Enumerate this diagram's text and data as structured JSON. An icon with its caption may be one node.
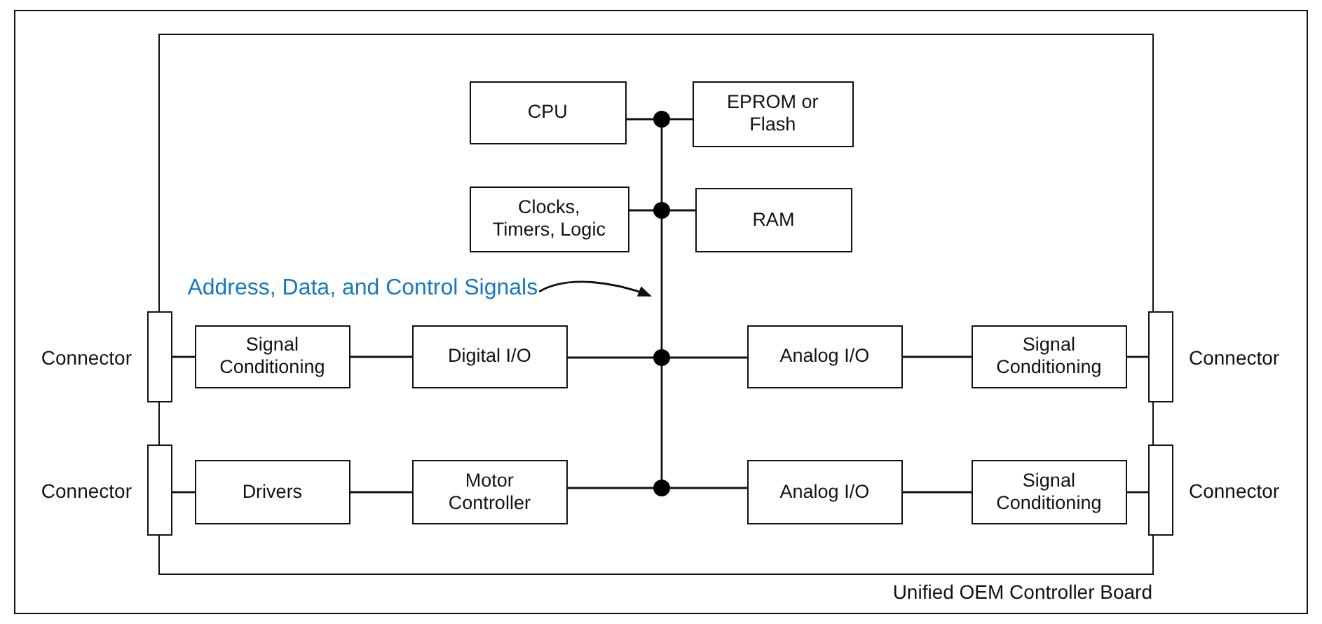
{
  "diagram": {
    "nodes": [
      {
        "text": [
          "Unified OEM Controller Board"
        ]
      },
      {
        "text": [
          "CPU"
        ],
        "in": 0
      },
      {
        "text": [],
        "shape": "circle",
        "in": 0
      },
      {
        "text": [
          "EPROM or Flash"
        ],
        "in": 0
      },
      {
        "text": [
          "Clocks, Timers, Logic"
        ],
        "in": 0
      },
      {
        "text": [],
        "shape": "circle",
        "in": 0
      },
      {
        "text": [
          "RAM"
        ],
        "in": 0
      },
      {
        "text": [
          "Address, Data, and Control Signals"
        ],
        "in": 0
      },
      {
        "text": [],
        "shape": "bar",
        "beside": [
          "Connector"
        ]
      },
      {
        "text": [
          "Signal Conditioning"
        ],
        "in": 0
      },
      {
        "text": [
          "Digital I/O"
        ],
        "in": 0
      },
      {
        "text": [],
        "shape": "circle",
        "in": 0
      },
      {
        "text": [
          "Analog I/O"
        ],
        "in": 0
      },
      {
        "text": [
          "Signal Conditioning"
        ],
        "in": 0
      },
      {
        "text": [],
        "shape": "bar",
        "beside": [
          "Connector"
        ]
      },
      {
        "text": [],
        "shape": "bar",
        "beside": [
          "Connector"
        ]
      },
      {
        "text": [
          "Drivers"
        ],
        "in": 0
      },
      {
        "text": [
          "Motor Controller"
        ],
        "in": 0
      },
      {
        "text": [],
        "shape": "circle",
        "in": 0
      },
      {
        "text": [
          "Analog I/O"
        ],
        "in": 0
      },
      {
        "text": [
          "Signal Conditioning"
        ],
        "in": 0
      },
      {
        "text": [],
        "shape": "bar",
        "beside": [
          "Connector"
        ]
      }
    ],
    "edges": [
      {
        "from": 1,
        "to": 2,
        "arrow": "none"
      },
      {
        "from": 2,
        "to": 3,
        "arrow": "none"
      },
      {
        "from": 4,
        "to": 5,
        "arrow": "none"
      },
      {
        "from": 5,
        "to": 6,
        "arrow": "none"
      },
      {
        "from": 2,
        "to": 5,
        "arrow": "none"
      },
      {
        "from": 5,
        "to": 11,
        "arrow": "none"
      },
      {
        "from": 11,
        "to": 18,
        "arrow": "none"
      },
      {
        "from": 7,
        "to": null,
        "arrow": "to"
      },
      {
        "from": 8,
        "to": 9,
        "arrow": "none"
      },
      {
        "from": 9,
        "to": 10,
        "arrow": "none"
      },
      {
        "from": 10,
        "to": 11,
        "arrow": "none"
      },
      {
        "from": 11,
        "to": 12,
        "arrow": "none"
      },
      {
        "from": 12,
        "to": 13,
        "arrow": "none"
      },
      {
        "from": 13,
        "to": 14,
        "arrow": "none"
      },
      {
        "from": 15,
        "to": 16,
        "arrow": "none"
      },
      {
        "from": 16,
        "to": 17,
        "arrow": "none"
      },
      {
        "from": 17,
        "to": 18,
        "arrow": "none"
      },
      {
        "from": 18,
        "to": 19,
        "arrow": "none"
      },
      {
        "from": 19,
        "to": 20,
        "arrow": "none"
      },
      {
        "from": 20,
        "to": 21,
        "arrow": "none"
      }
    ]
  }
}
